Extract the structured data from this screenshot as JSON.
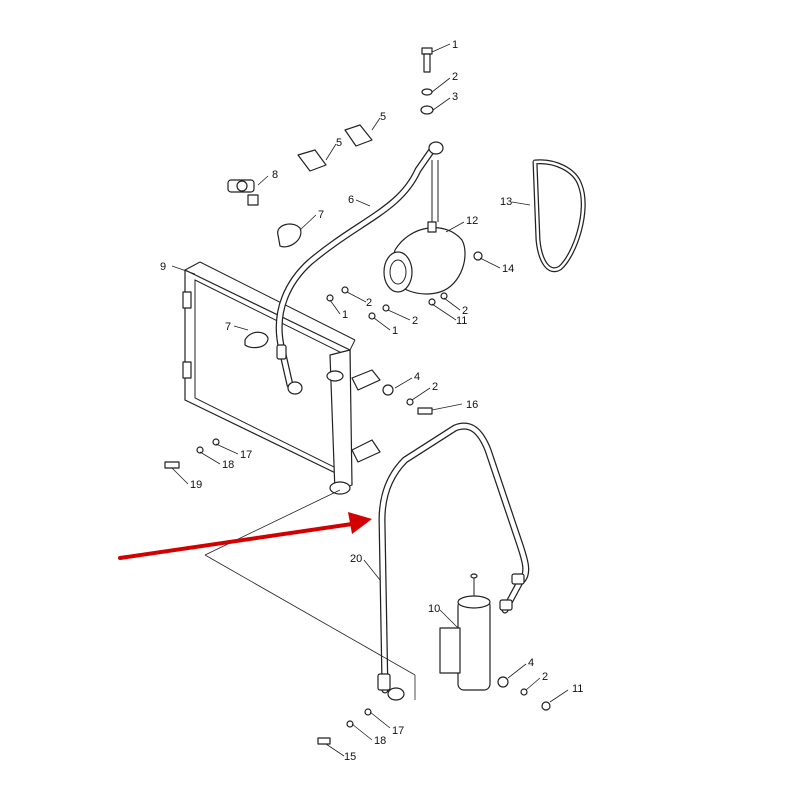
{
  "callouts": {
    "c1": "1",
    "c2": "2",
    "c3": "3",
    "c5a": "5",
    "c5b": "5",
    "c6": "6",
    "c7a": "7",
    "c7b": "7",
    "c8": "8",
    "c9": "9",
    "c10": "10",
    "c11a": "11",
    "c11b": "11",
    "c12": "12",
    "c13": "13",
    "c14": "14",
    "c15": "15",
    "c16": "16",
    "c17a": "17",
    "c17b": "17",
    "c18a": "18",
    "c18b": "18",
    "c19": "19",
    "c20": "20",
    "c1b": "1",
    "c1c": "1",
    "c2b": "2",
    "c2c": "2",
    "c2d": "2",
    "c2e": "2",
    "c2f": "2",
    "c4a": "4",
    "c4b": "4"
  },
  "colors": {
    "line": "#222222",
    "highlight_arrow": "#d40000",
    "background": "#ffffff"
  }
}
